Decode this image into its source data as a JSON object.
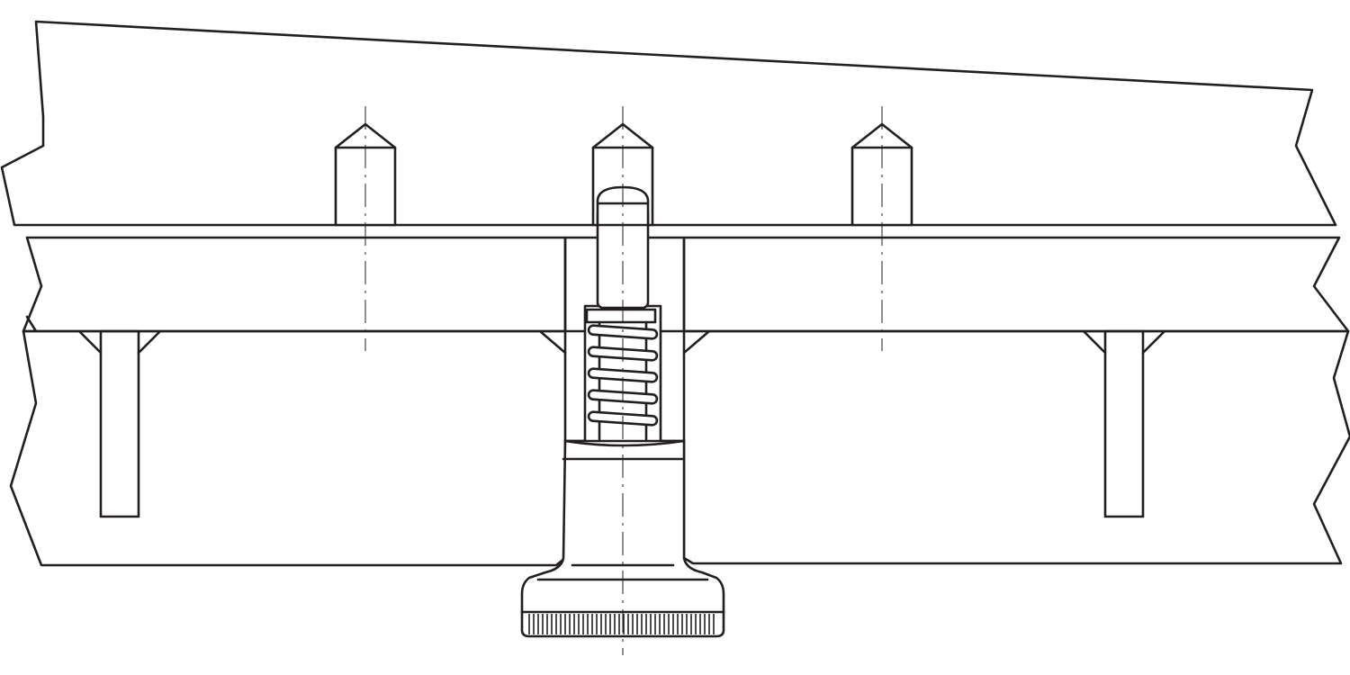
{
  "figure": {
    "kind": "technical cross-section drawing",
    "line_color": "#231f20",
    "background": "#ffffff",
    "parts": [
      "upper-block",
      "middle-plate",
      "base-frame",
      "locating-pin",
      "guide-pin",
      "spring-plunger",
      "compression-spring",
      "knurled-knob",
      "support-rib"
    ],
    "labels": []
  }
}
